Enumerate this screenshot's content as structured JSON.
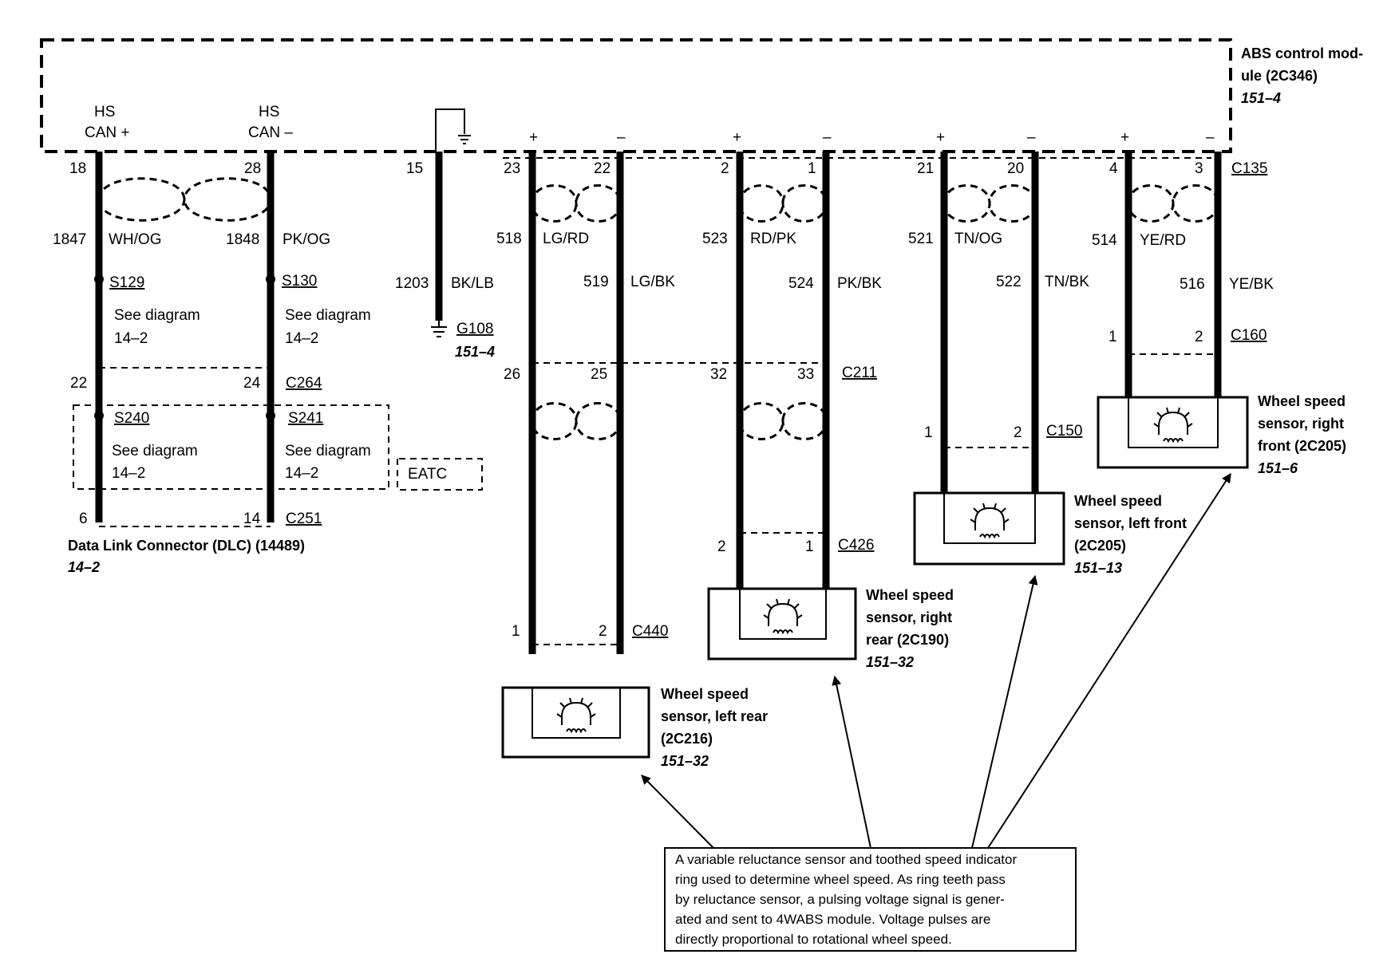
{
  "module": {
    "title_line1": "ABS control mod-",
    "title_line2": "ule (2C346)",
    "ref": "151–4",
    "hs_can_plus_line1": "HS",
    "hs_can_plus_line2": "CAN +",
    "hs_can_minus_line1": "HS",
    "hs_can_minus_line2": "CAN –",
    "connector": "C135"
  },
  "can_left": {
    "pin": "18",
    "circuit": "1847",
    "color": "WH/OG",
    "splice": "S129",
    "see_line1": "See diagram",
    "see_line2": "14–2",
    "c264_pin": "22",
    "splice2": "S240",
    "see2_line1": "See diagram",
    "see2_line2": "14–2",
    "dlc_pin": "6"
  },
  "can_right": {
    "pin": "28",
    "circuit": "1848",
    "color": "PK/OG",
    "splice": "S130",
    "see_line1": "See diagram",
    "see_line2": "14–2",
    "c264_pin": "24",
    "c264": "C264",
    "splice2": "S241",
    "see2_line1": "See diagram",
    "see2_line2": "14–2",
    "dlc_pin": "14",
    "c251": "C251"
  },
  "eatc": "EATC",
  "dlc": {
    "title": "Data Link Connector (DLC) (14489)",
    "ref": "14–2"
  },
  "ground": {
    "pin": "15",
    "circuit": "1203",
    "color": "BK/LB",
    "name": "G108",
    "ref": "151–4"
  },
  "polarity": {
    "plus": "+",
    "minus": "–"
  },
  "lr": {
    "pin_plus": "23",
    "pin_minus": "22",
    "c_plus": "518",
    "col_plus": "LG/RD",
    "c_minus": "519",
    "col_minus": "LG/BK",
    "c211_plus": "26",
    "c211_minus": "25",
    "c440_plus": "1",
    "c440_minus": "2",
    "c440": "C440",
    "name1": "Wheel speed",
    "name2": "sensor, left rear",
    "name3": "(2C216)",
    "ref": "151–32"
  },
  "rr": {
    "pin_plus": "2",
    "pin_minus": "1",
    "c_plus": "523",
    "col_plus": "RD/PK",
    "c_minus": "524",
    "col_minus": "PK/BK",
    "c211_plus": "32",
    "c211_minus": "33",
    "c211": "C211",
    "c426_plus": "2",
    "c426_minus": "1",
    "c426": "C426",
    "name1": "Wheel speed",
    "name2": "sensor, right",
    "name3": "rear (2C190)",
    "ref": "151–32"
  },
  "lf": {
    "pin_plus": "21",
    "pin_minus": "20",
    "c_plus": "521",
    "col_plus": "TN/OG",
    "c_minus": "522",
    "col_minus": "TN/BK",
    "c150_plus": "1",
    "c150_minus": "2",
    "c150": "C150",
    "name1": "Wheel speed",
    "name2": "sensor, left front",
    "name3": "(2C205)",
    "ref": "151–13"
  },
  "rf": {
    "pin_plus": "4",
    "pin_minus": "3",
    "c_plus": "514",
    "col_plus": "YE/RD",
    "c_minus": "516",
    "col_minus": "YE/BK",
    "c160_plus": "1",
    "c160_minus": "2",
    "c160": "C160",
    "name1": "Wheel speed",
    "name2": "sensor, right",
    "name3": "front (2C205)",
    "ref": "151–6"
  },
  "note": {
    "line1": "A variable reluctance sensor and toothed speed indicator",
    "line2": "ring used to determine wheel speed. As ring teeth pass",
    "line3": "by reluctance sensor, a pulsing voltage signal is gener-",
    "line4": "ated and sent to 4WABS module. Voltage pulses are",
    "line5": "directly proportional to rotational wheel speed."
  }
}
